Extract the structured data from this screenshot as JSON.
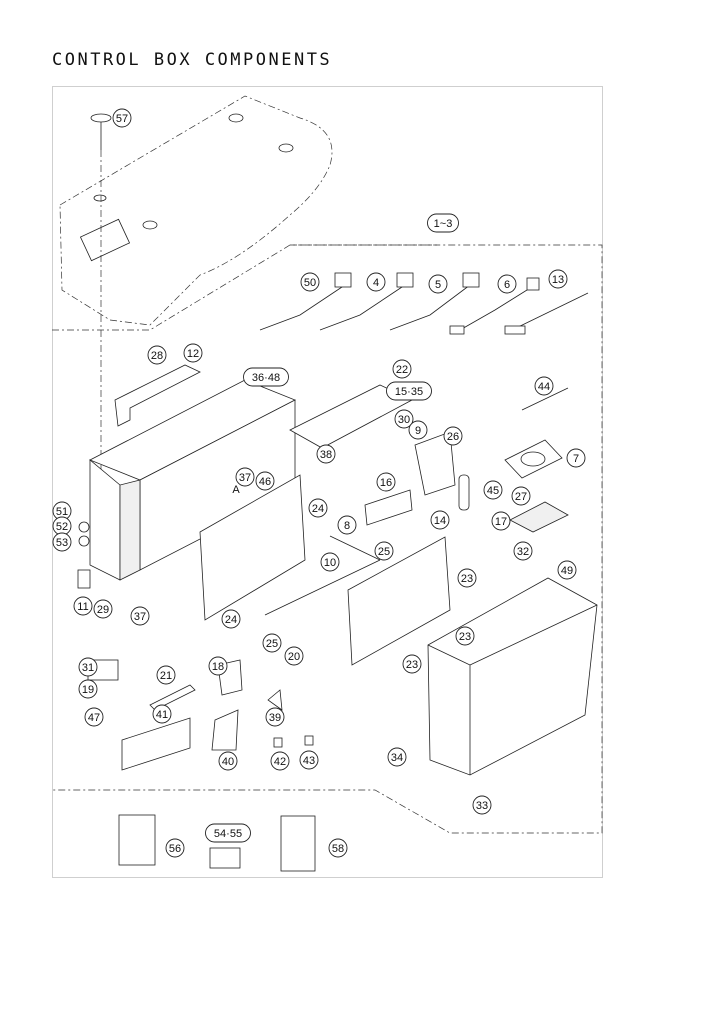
{
  "title": "CONTROL BOX COMPONENTS",
  "callouts": [
    "57",
    "1~3",
    "50",
    "4",
    "5",
    "6",
    "13",
    "28",
    "12",
    "36·48",
    "22",
    "15·35",
    "44",
    "30",
    "9",
    "26",
    "7",
    "38",
    "37",
    "A",
    "46",
    "45",
    "27",
    "16",
    "51",
    "52",
    "53",
    "24",
    "8",
    "14",
    "17",
    "25",
    "32",
    "10",
    "23",
    "49",
    "11",
    "29",
    "37",
    "24",
    "25",
    "20",
    "23",
    "23",
    "31",
    "19",
    "18",
    "21",
    "47",
    "41",
    "39",
    "40",
    "42",
    "43",
    "34",
    "33",
    "56",
    "54·55",
    "58"
  ],
  "colors": {
    "line": "#222222",
    "frame": "#cfcfcf"
  }
}
